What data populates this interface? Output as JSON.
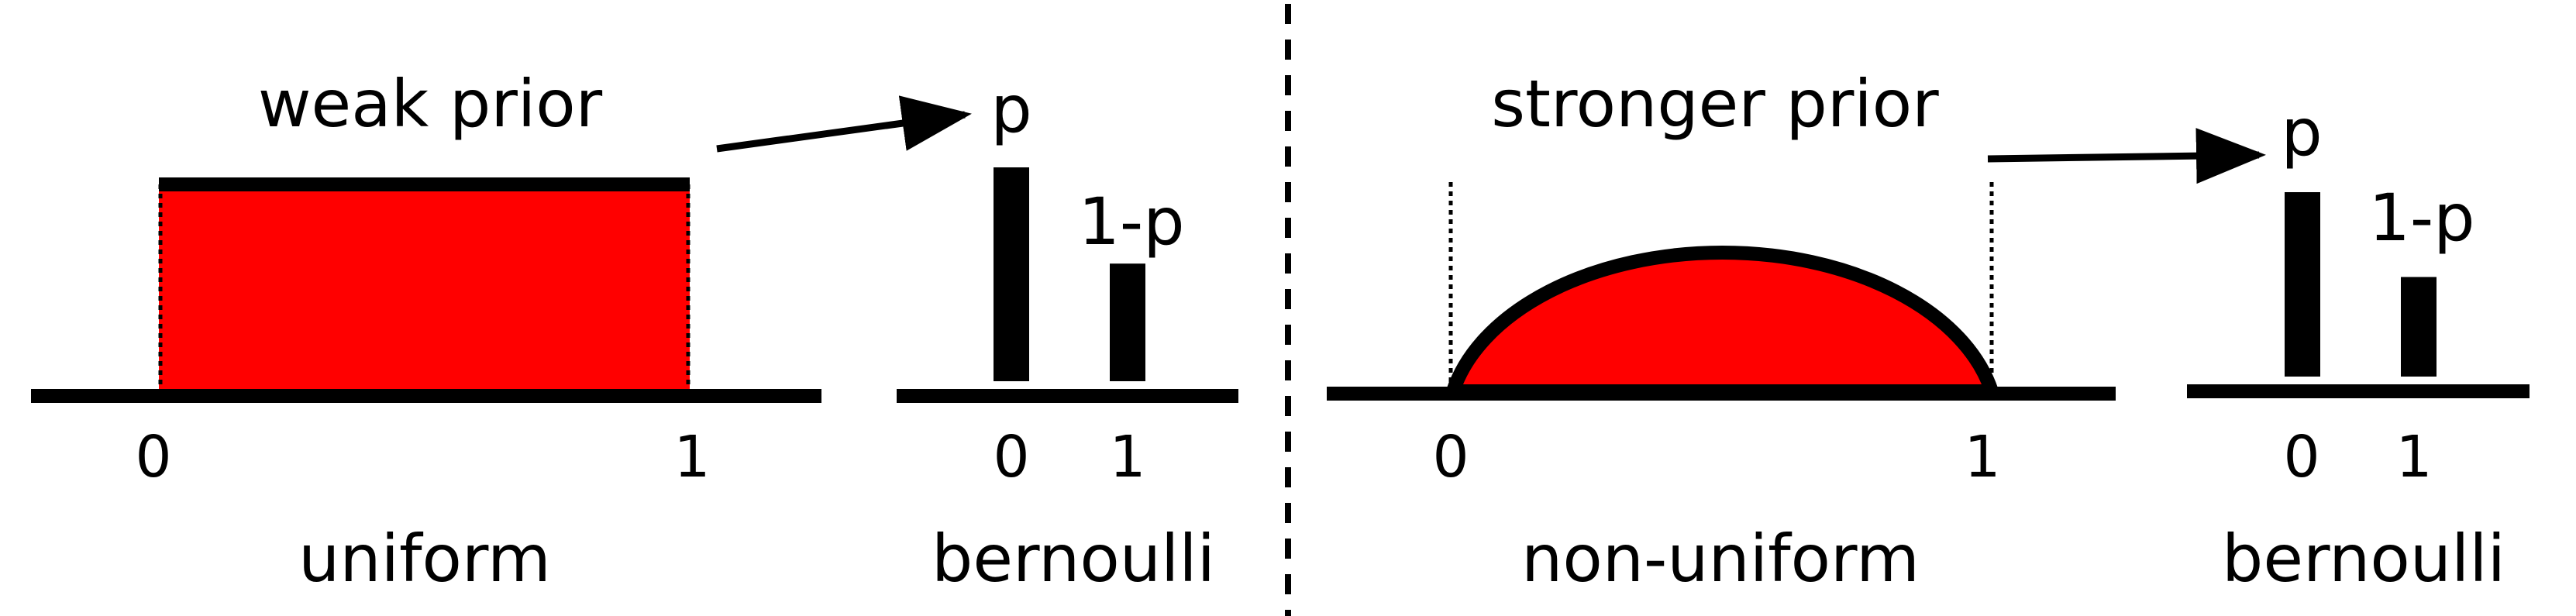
{
  "left_panel": {
    "title": "weak prior",
    "dist_label": "uniform",
    "tick_0": "0",
    "tick_1": "1",
    "fill_color": "#ff0000",
    "bernoulli": {
      "label": "bernoulli",
      "p_label": "p",
      "q_label": "1-p",
      "tick_0": "0",
      "tick_1": "1",
      "bar_values": [
        1.0,
        0.55
      ]
    }
  },
  "right_panel": {
    "title": "stronger prior",
    "dist_label": "non-uniform",
    "tick_0": "0",
    "tick_1": "1",
    "fill_color": "#ff0000",
    "bernoulli": {
      "label": "bernoulli",
      "p_label": "p",
      "q_label": "1-p",
      "tick_0": "0",
      "tick_1": "1",
      "bar_values": [
        1.0,
        0.54
      ]
    }
  }
}
